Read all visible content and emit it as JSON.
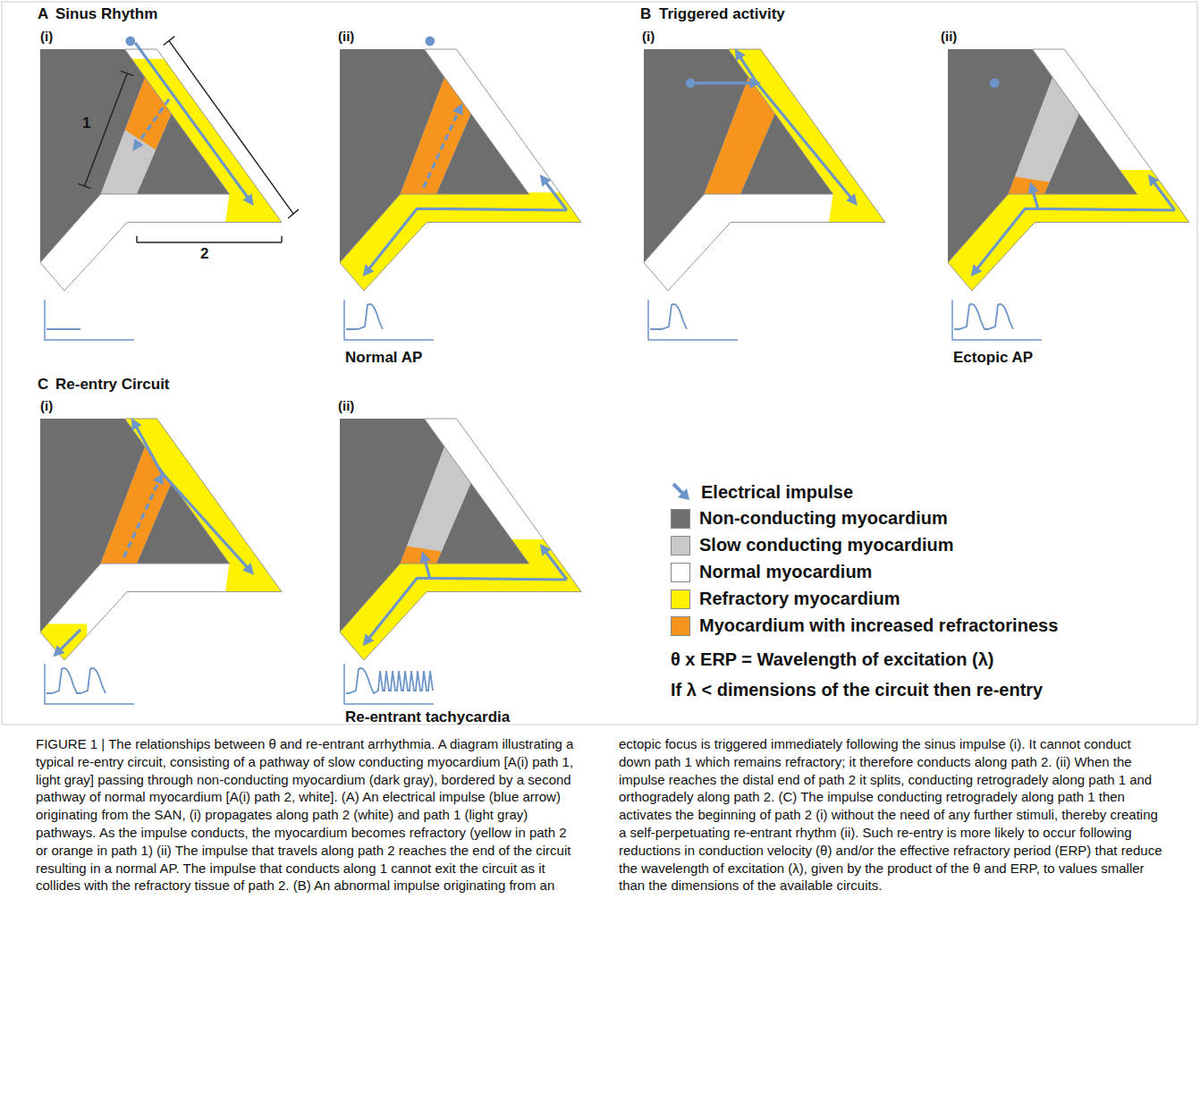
{
  "diagram": {
    "caption": "FIGURE 1 | The relationships between θ and re-entrant arrhythmia. A diagram illustrating a typical re-entry circuit, consisting of a pathway of slow conducting myocardium [A(i) path 1, light gray] passing through non-conducting myocardium (dark gray), bordered by a second pathway of normal myocardium [A(i) path 2, white]. (A) An electrical impulse (blue arrow) originating from the SAN, (i) propagates along path 2 (white) and path 1 (light gray) pathways. As the impulse conducts, the myocardium becomes refractory (yellow in path 2 or orange in path 1) (ii) The impulse that travels along path 2 reaches the end of the circuit resulting in a normal AP. The impulse that conducts along 1 cannot exit the circuit as it collides with the refractory tissue of path 2. (B) An abnormal impulse originating from an ectopic focus is triggered immediately following the sinus impulse (i). It cannot conduct down path 1 which remains refractory; it therefore conducts along path 2. (ii) When the impulse reaches the distal end of path 2 it splits, conducting retrogradely along path 1 and orthogradely along path 2. (C) The impulse conducting retrogradely along path 1 then activates the beginning of path 2 (i) without the need of any further stimuli, thereby creating a self-perpetuating re-entrant rhythm (ii). Such re-entry is more likely to occur following reductions in conduction velocity (θ) and/or the effective refractory period (ERP) that reduce the wavelength of excitation (λ), given by the product of the θ and ERP, to values smaller than the dimensions of the available circuits.",
    "labels": [
      "A",
      "Sinus Rhythm",
      "(i)",
      "(ii)",
      "1",
      "2",
      "Normal AP",
      "B",
      "Triggered activity",
      "(i)",
      "(ii)",
      "Ectopic AP",
      "C",
      "Re-entry Circuit",
      "(i)",
      "(ii)",
      "Re-entrant tachycardia",
      "θ x ERP = Wavelength of excitation (λ)",
      "If λ < dimensions of the circuit then re-entry"
    ],
    "legend": [
      {
        "text": "Electrical impulse"
      },
      {
        "text": "Non-conducting myocardium",
        "color": "#6e6e6e"
      },
      {
        "text": "Slow conducting myocardium",
        "color": "#c8c8c8"
      },
      {
        "text": "Normal myocardium",
        "color": "#ffffff"
      },
      {
        "text": "Refractory myocardium",
        "color": "#fff200"
      },
      {
        "text": "Myocardium with increased refractoriness",
        "color": "#f7941d"
      }
    ]
  }
}
